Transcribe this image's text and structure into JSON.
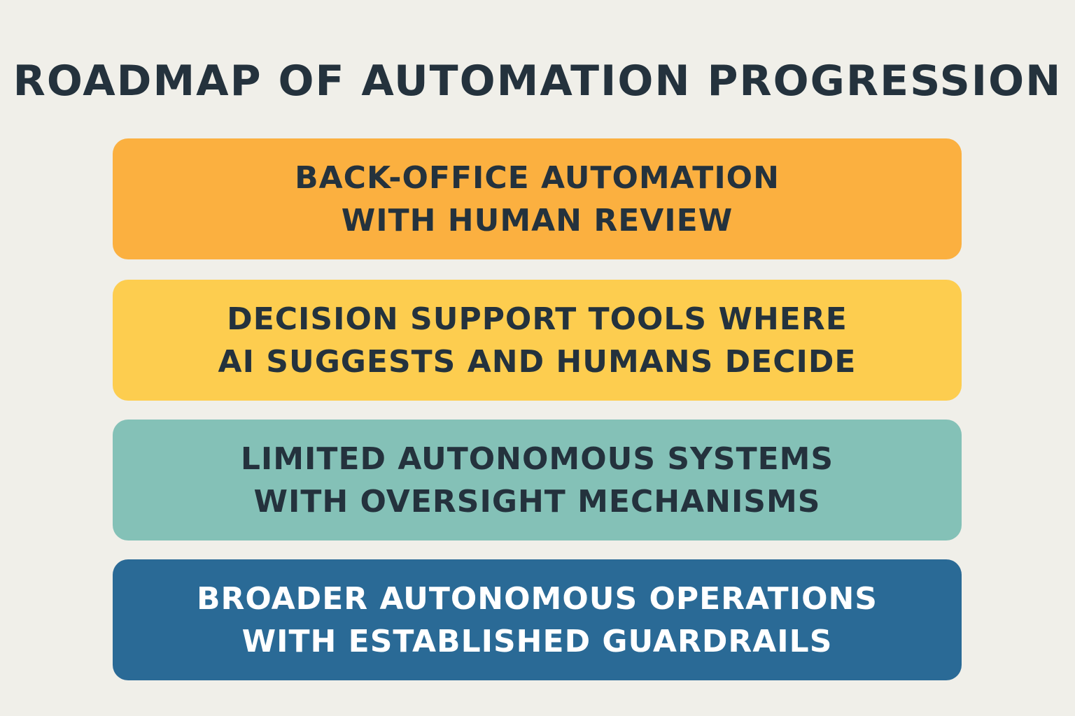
{
  "title": "ROADMAP OF AUTOMATION PROGRESSION",
  "stages": [
    {
      "lines": [
        "BACK-OFFICE AUTOMATION",
        "WITH HUMAN REVIEW"
      ],
      "bg": "#fbb040",
      "text_color": "#24323d"
    },
    {
      "lines": [
        "DECISION SUPPORT TOOLS WHERE",
        "AI SUGGESTS AND HUMANS DECIDE"
      ],
      "bg": "#fdcd4f",
      "text_color": "#24323d"
    },
    {
      "lines": [
        "LIMITED AUTONOMOUS SYSTEMS",
        "WITH OVERSIGHT MECHANISMS"
      ],
      "bg": "#84c1b7",
      "text_color": "#24323d"
    },
    {
      "lines": [
        "BROADER AUTONOMOUS OPERATIONS",
        "WITH ESTABLISHED GUARDRAILS"
      ],
      "bg": "#2a6a96",
      "text_color": "#ffffff"
    }
  ]
}
